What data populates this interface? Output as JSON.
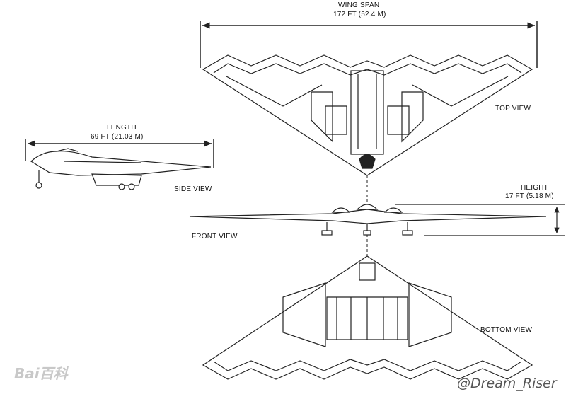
{
  "labels": {
    "wingspan_title": "WING SPAN",
    "wingspan_value": "172 FT (52.4 M)",
    "length_title": "LENGTH",
    "length_value": "69 FT (21.03 M)",
    "height_title": "HEIGHT",
    "height_value": "17 FT (5.18 M)",
    "top_view": "TOP VIEW",
    "side_view": "SIDE VIEW",
    "front_view": "FRONT VIEW",
    "bottom_view": "BOTTOM VIEW"
  },
  "watermarks": {
    "left": "Bai百科",
    "right": "@Dream_Riser"
  },
  "colors": {
    "line": "#222222",
    "watermark_left": "#c8c8c8",
    "watermark_right": "#555555"
  }
}
